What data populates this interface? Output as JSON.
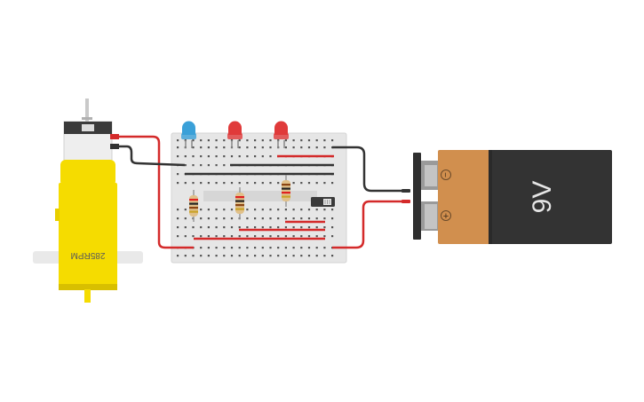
{
  "motor": {
    "label": "285RPM",
    "body_color": "#f5dc00",
    "shaft_color": "#f5dc00"
  },
  "battery": {
    "label": "9V",
    "plus_label": "+",
    "minus_label": "−",
    "body_color": "#333333",
    "label_band_color": "#d18f4e"
  },
  "leds": [
    {
      "name": "led-blue",
      "color": "#3aa0d8"
    },
    {
      "name": "led-red-1",
      "color": "#e03a3a"
    },
    {
      "name": "led-red-2",
      "color": "#e03a3a"
    }
  ],
  "resistors": [
    {
      "name": "resistor-1",
      "bands": [
        "#e02020",
        "#222222",
        "#8b4513",
        "#c9a227"
      ]
    },
    {
      "name": "resistor-2",
      "bands": [
        "#e02020",
        "#222222",
        "#8b4513",
        "#c9a227"
      ]
    },
    {
      "name": "resistor-3",
      "bands": [
        "#8b4513",
        "#222222",
        "#e02020",
        "#c9a227"
      ]
    }
  ],
  "wire_colors": {
    "positive": "#d42a2a",
    "negative": "#333333"
  },
  "breadboard": {
    "color": "#e6e6e6",
    "hole_color": "#555555"
  }
}
